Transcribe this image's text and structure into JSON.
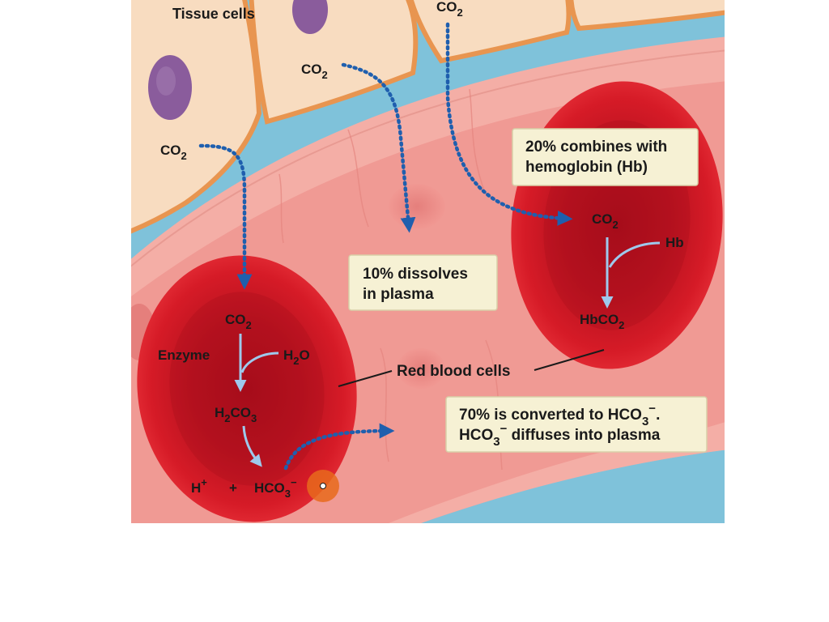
{
  "labels": {
    "tissue_cells": "Tissue cells",
    "red_blood_cells": "Red blood cells",
    "enzyme": "Enzyme",
    "hb": "Hb",
    "plus": "+",
    "minus_sup": "−",
    "co2_base": "CO",
    "sub_2": "2",
    "sub_3": "3",
    "h2o_h": "H",
    "h2o_o": "O",
    "h2co3_h": "H",
    "h2co3_co": "CO",
    "h_plus_h": "H",
    "h_plus_sup": "+",
    "hco3_base": "HCO",
    "hbco2_base": "HbCO"
  },
  "callouts": {
    "dissolves_line1": "10% dissolves",
    "dissolves_line2": "in plasma",
    "hemoglobin_line1": "20% combines with",
    "hemoglobin_line2": "hemoglobin (Hb)",
    "converted_line1_a": "70% is converted to HCO",
    "converted_line1_b": ".",
    "converted_line2_a": "HCO",
    "converted_line2_b": " diffuses into plasma"
  },
  "colors": {
    "tissue_cell_fill": "#f8dcc0",
    "tissue_cell_border": "#e89550",
    "nucleus": "#8a5c9c",
    "interstitial": "#7fc2da",
    "vessel_wall": "#f4aea6",
    "plasma": "#f09a94",
    "rbc_outer": "#dc1e2a",
    "rbc_inner": "#a80e1c",
    "arrow_blue": "#1f5fae",
    "arrow_light": "#9ec9ec",
    "callout_fill": "#f6f1d4",
    "cursor_dot": "#e86a1c"
  }
}
